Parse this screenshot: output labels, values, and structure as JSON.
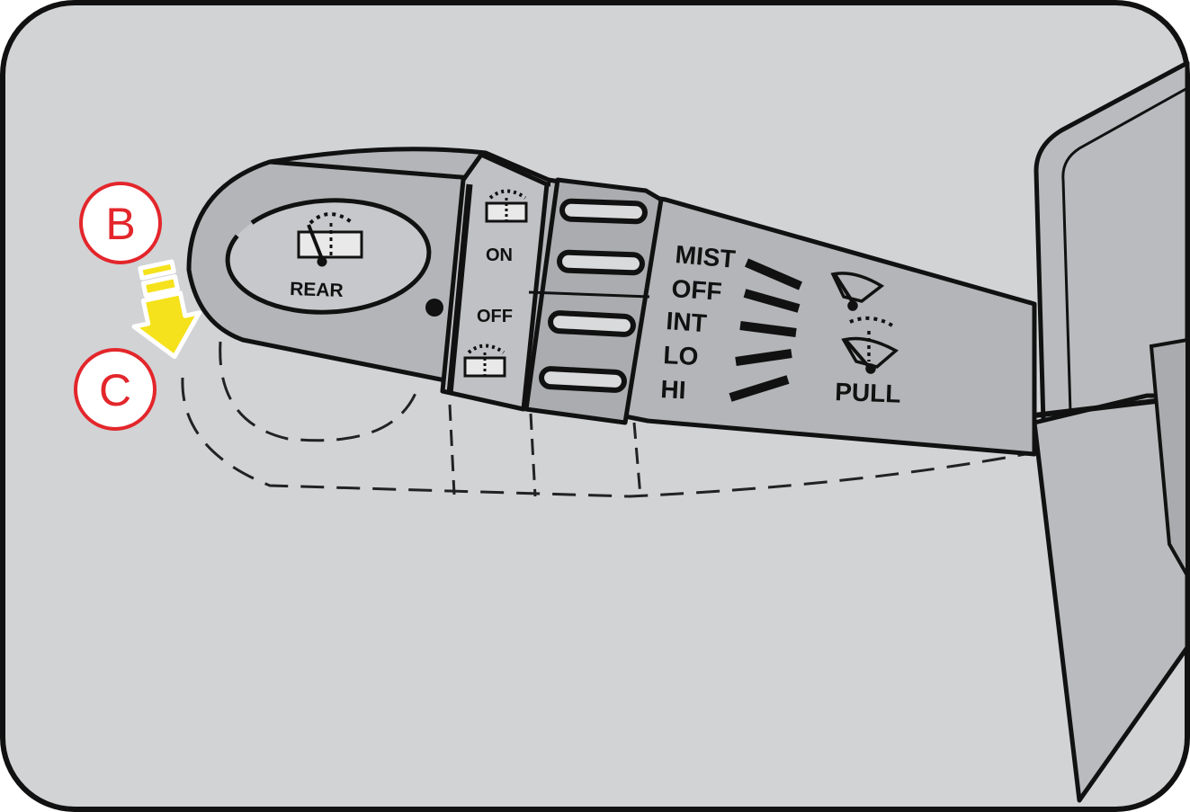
{
  "callouts": {
    "b": "B",
    "c": "C"
  },
  "lever": {
    "rear_label": "REAR",
    "rear_on": "ON",
    "rear_off": "OFF",
    "front_positions": [
      "MIST",
      "OFF",
      "INT",
      "LO",
      "HI"
    ],
    "pull_label": "PULL"
  },
  "icons": {
    "rear_wiper": "rear-wiper-icon",
    "rear_washer": "rear-washer-icon",
    "front_wiper": "front-wiper-icon",
    "front_washer": "front-washer-icon",
    "motion_arrow": "down-arrow-icon"
  },
  "colors": {
    "background": "#d1d3d5",
    "lever_body": "#b3b5b8",
    "outline": "#111111",
    "callout_ring": "#e3262b",
    "arrow": "#f5e21c"
  }
}
